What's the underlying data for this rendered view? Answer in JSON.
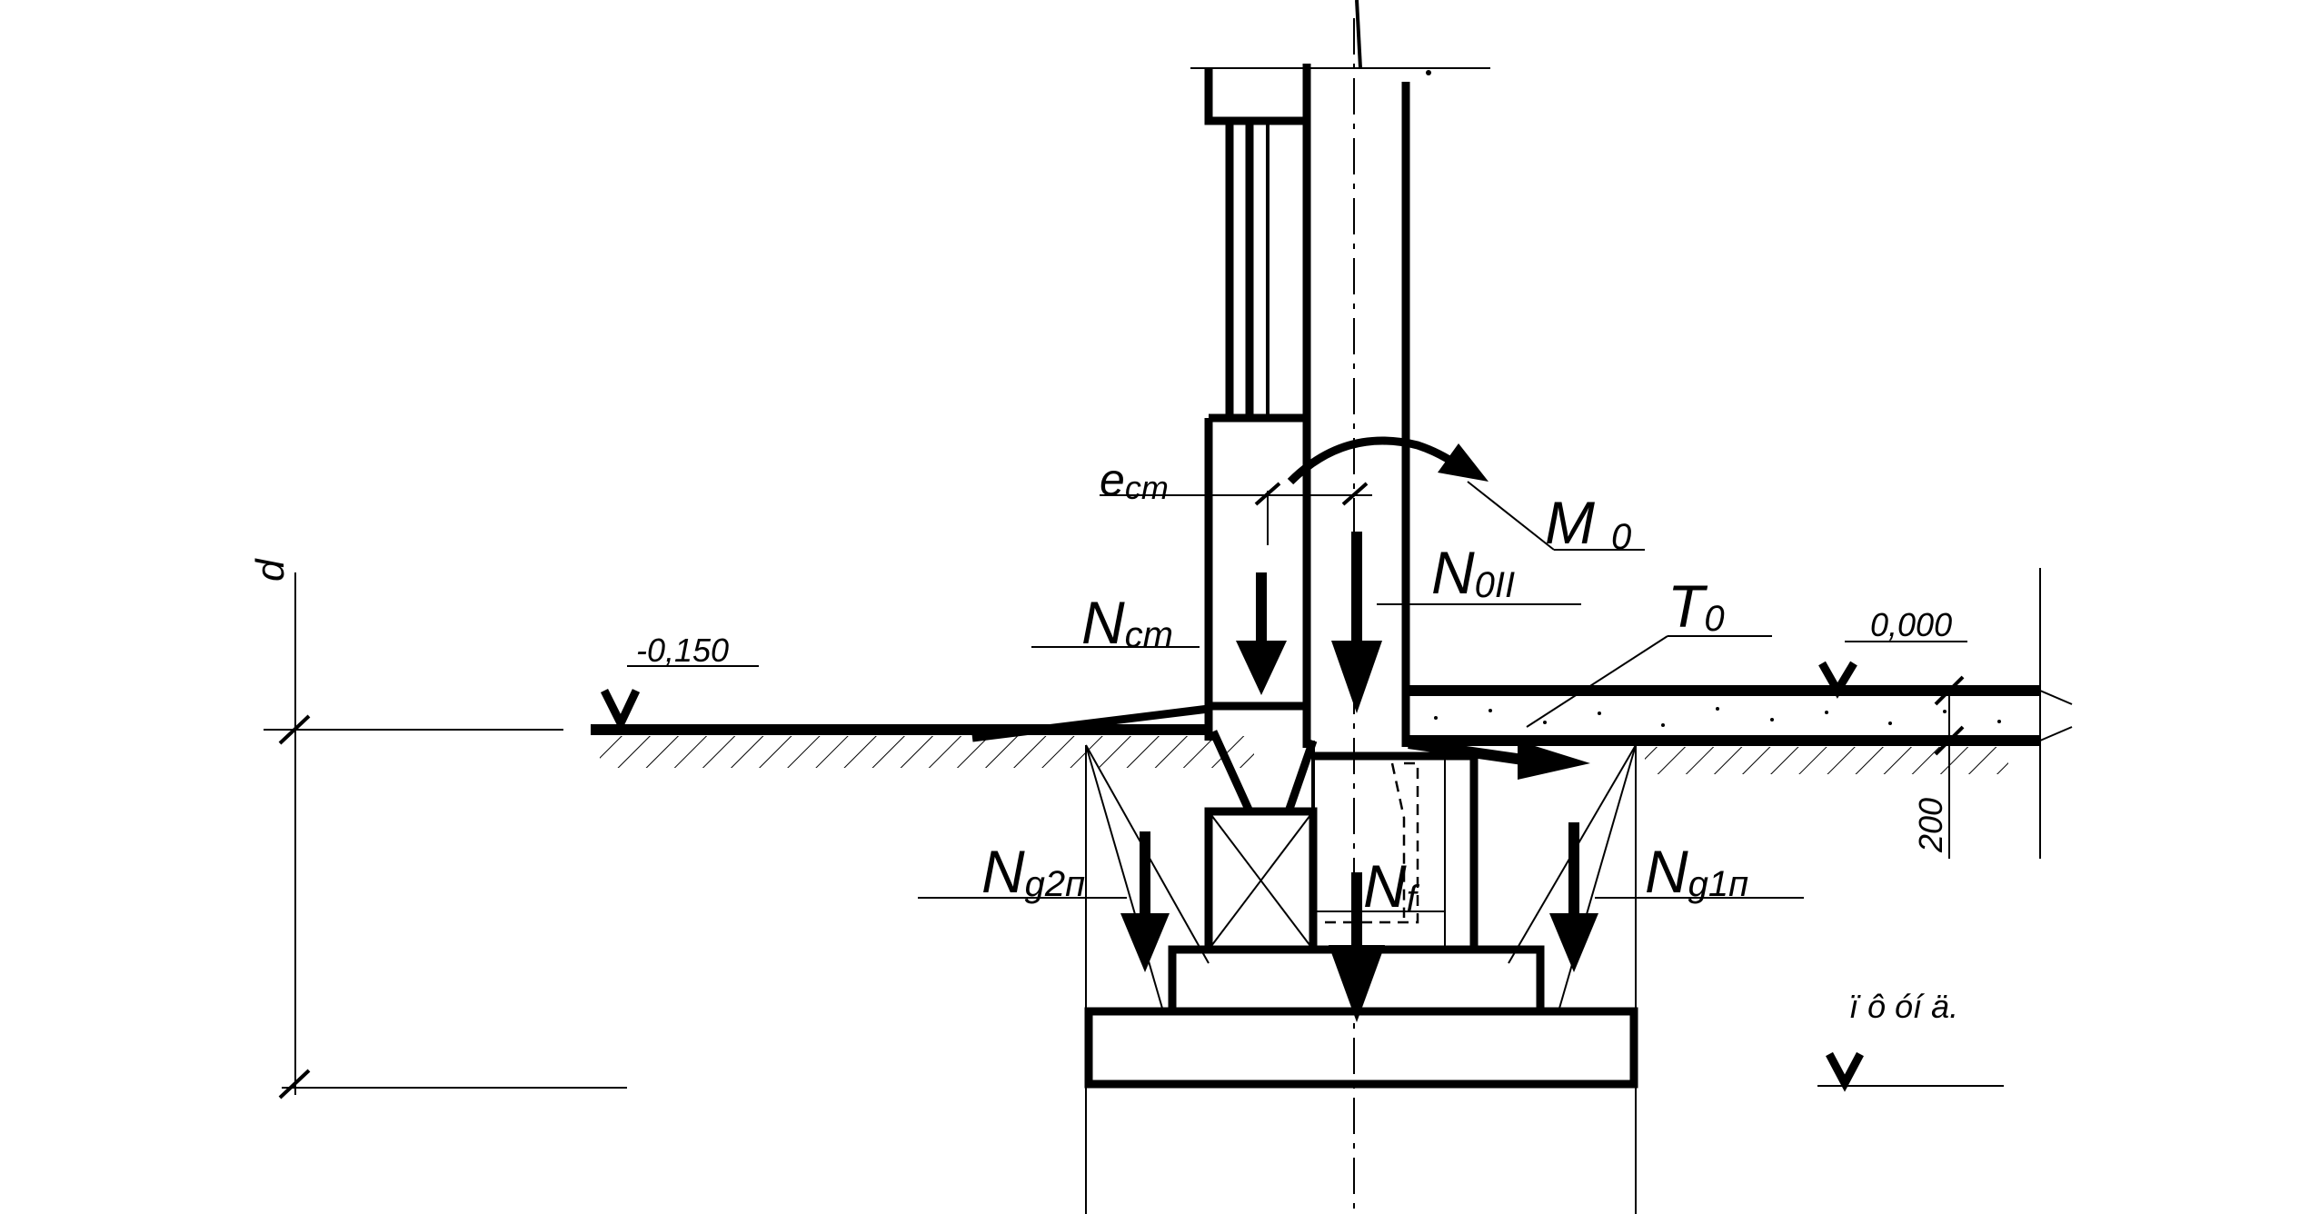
{
  "labels": {
    "e_cm": {
      "main": "e",
      "sub": "cm"
    },
    "M_0": {
      "main": "M",
      "sub": "0"
    },
    "N_0II": {
      "main": "N",
      "sub": "0II"
    },
    "N_cm": {
      "main": "N",
      "sub": "cm"
    },
    "T_0": {
      "main": "T",
      "sub": "0"
    },
    "N_g2": {
      "main": "N",
      "sub": "g2п"
    },
    "N_f": {
      "main": "N",
      "sub": "f"
    },
    "N_g1": {
      "main": "N",
      "sub": "g1п"
    },
    "d": "d",
    "level_left": "-0,150",
    "level_right": "0,000",
    "dim_200": "200",
    "level_bottom": "ï ô óí ä."
  }
}
